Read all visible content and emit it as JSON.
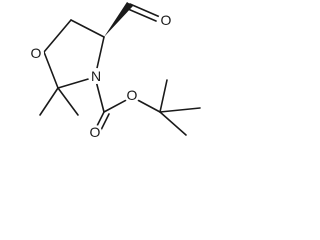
{
  "molecule": {
    "atoms": {
      "ring_oxygen": "O",
      "ring_nitrogen": "N",
      "aldehyde_oxygen": "O",
      "carbonyl_oxygen": "O",
      "ester_oxygen": "O"
    }
  },
  "colors": {
    "bond": "#1a1a1a",
    "background": "#ffffff"
  }
}
